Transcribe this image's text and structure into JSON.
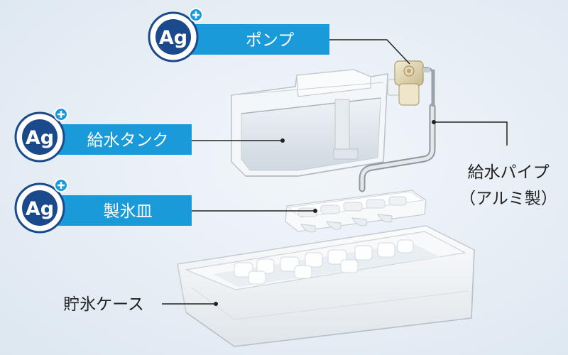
{
  "badges": [
    {
      "ag": "Ag",
      "label": "ポンプ"
    },
    {
      "ag": "Ag",
      "label": "給水タンク"
    },
    {
      "ag": "Ag",
      "label": "製氷皿"
    }
  ],
  "callouts": {
    "pipe_line1": "給水パイプ",
    "pipe_line2": "（アルミ製）",
    "storage_case": "貯氷ケース"
  },
  "colors": {
    "badge_blue": "#1a9ad9",
    "badge_navy": "#1a4a8c",
    "line": "#222222"
  }
}
